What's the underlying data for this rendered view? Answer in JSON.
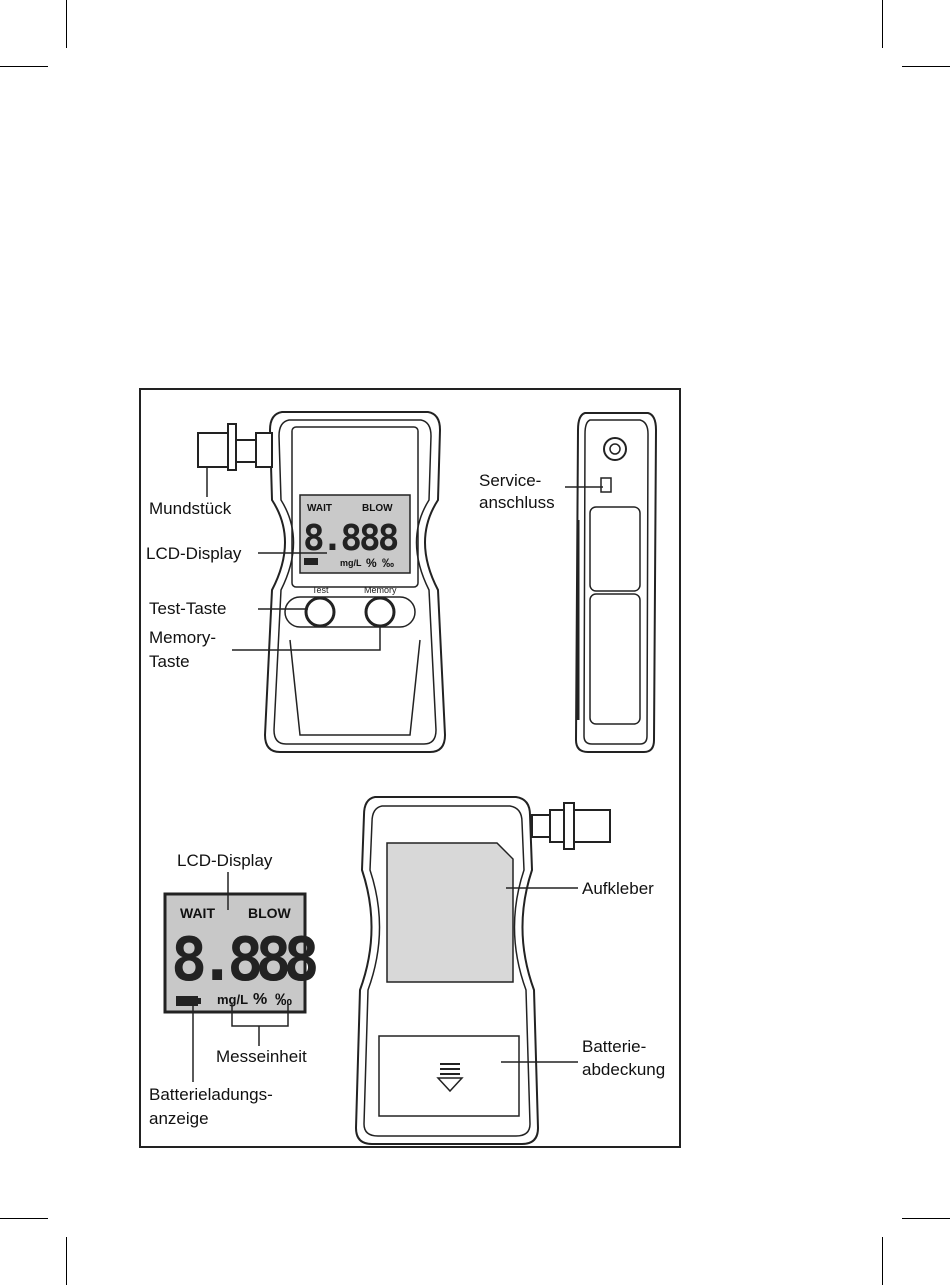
{
  "labels": {
    "mouthpiece": "Mundstück",
    "lcd_display": "LCD-Display",
    "test_key": "Test-Taste",
    "memory_key_1": "Memory-",
    "memory_key_2": "Taste",
    "service_port_1": "Service-",
    "service_port_2": "anschluss",
    "lcd_display_detail": "LCD-Display",
    "sticker": "Aufkleber",
    "measure_unit": "Messeinheit",
    "battery_indicator_1": "Batterieladungs-",
    "battery_indicator_2": "anzeige",
    "battery_cover_1": "Batterie-",
    "battery_cover_2": "abdeckung"
  },
  "device": {
    "button_test": "Test",
    "button_memory": "Memory"
  },
  "lcd": {
    "wait": "WAIT",
    "blow": "BLOW",
    "digits": "8.888",
    "unit_mgl": "mg/L",
    "unit_percent": "%",
    "unit_permille": "‰"
  }
}
